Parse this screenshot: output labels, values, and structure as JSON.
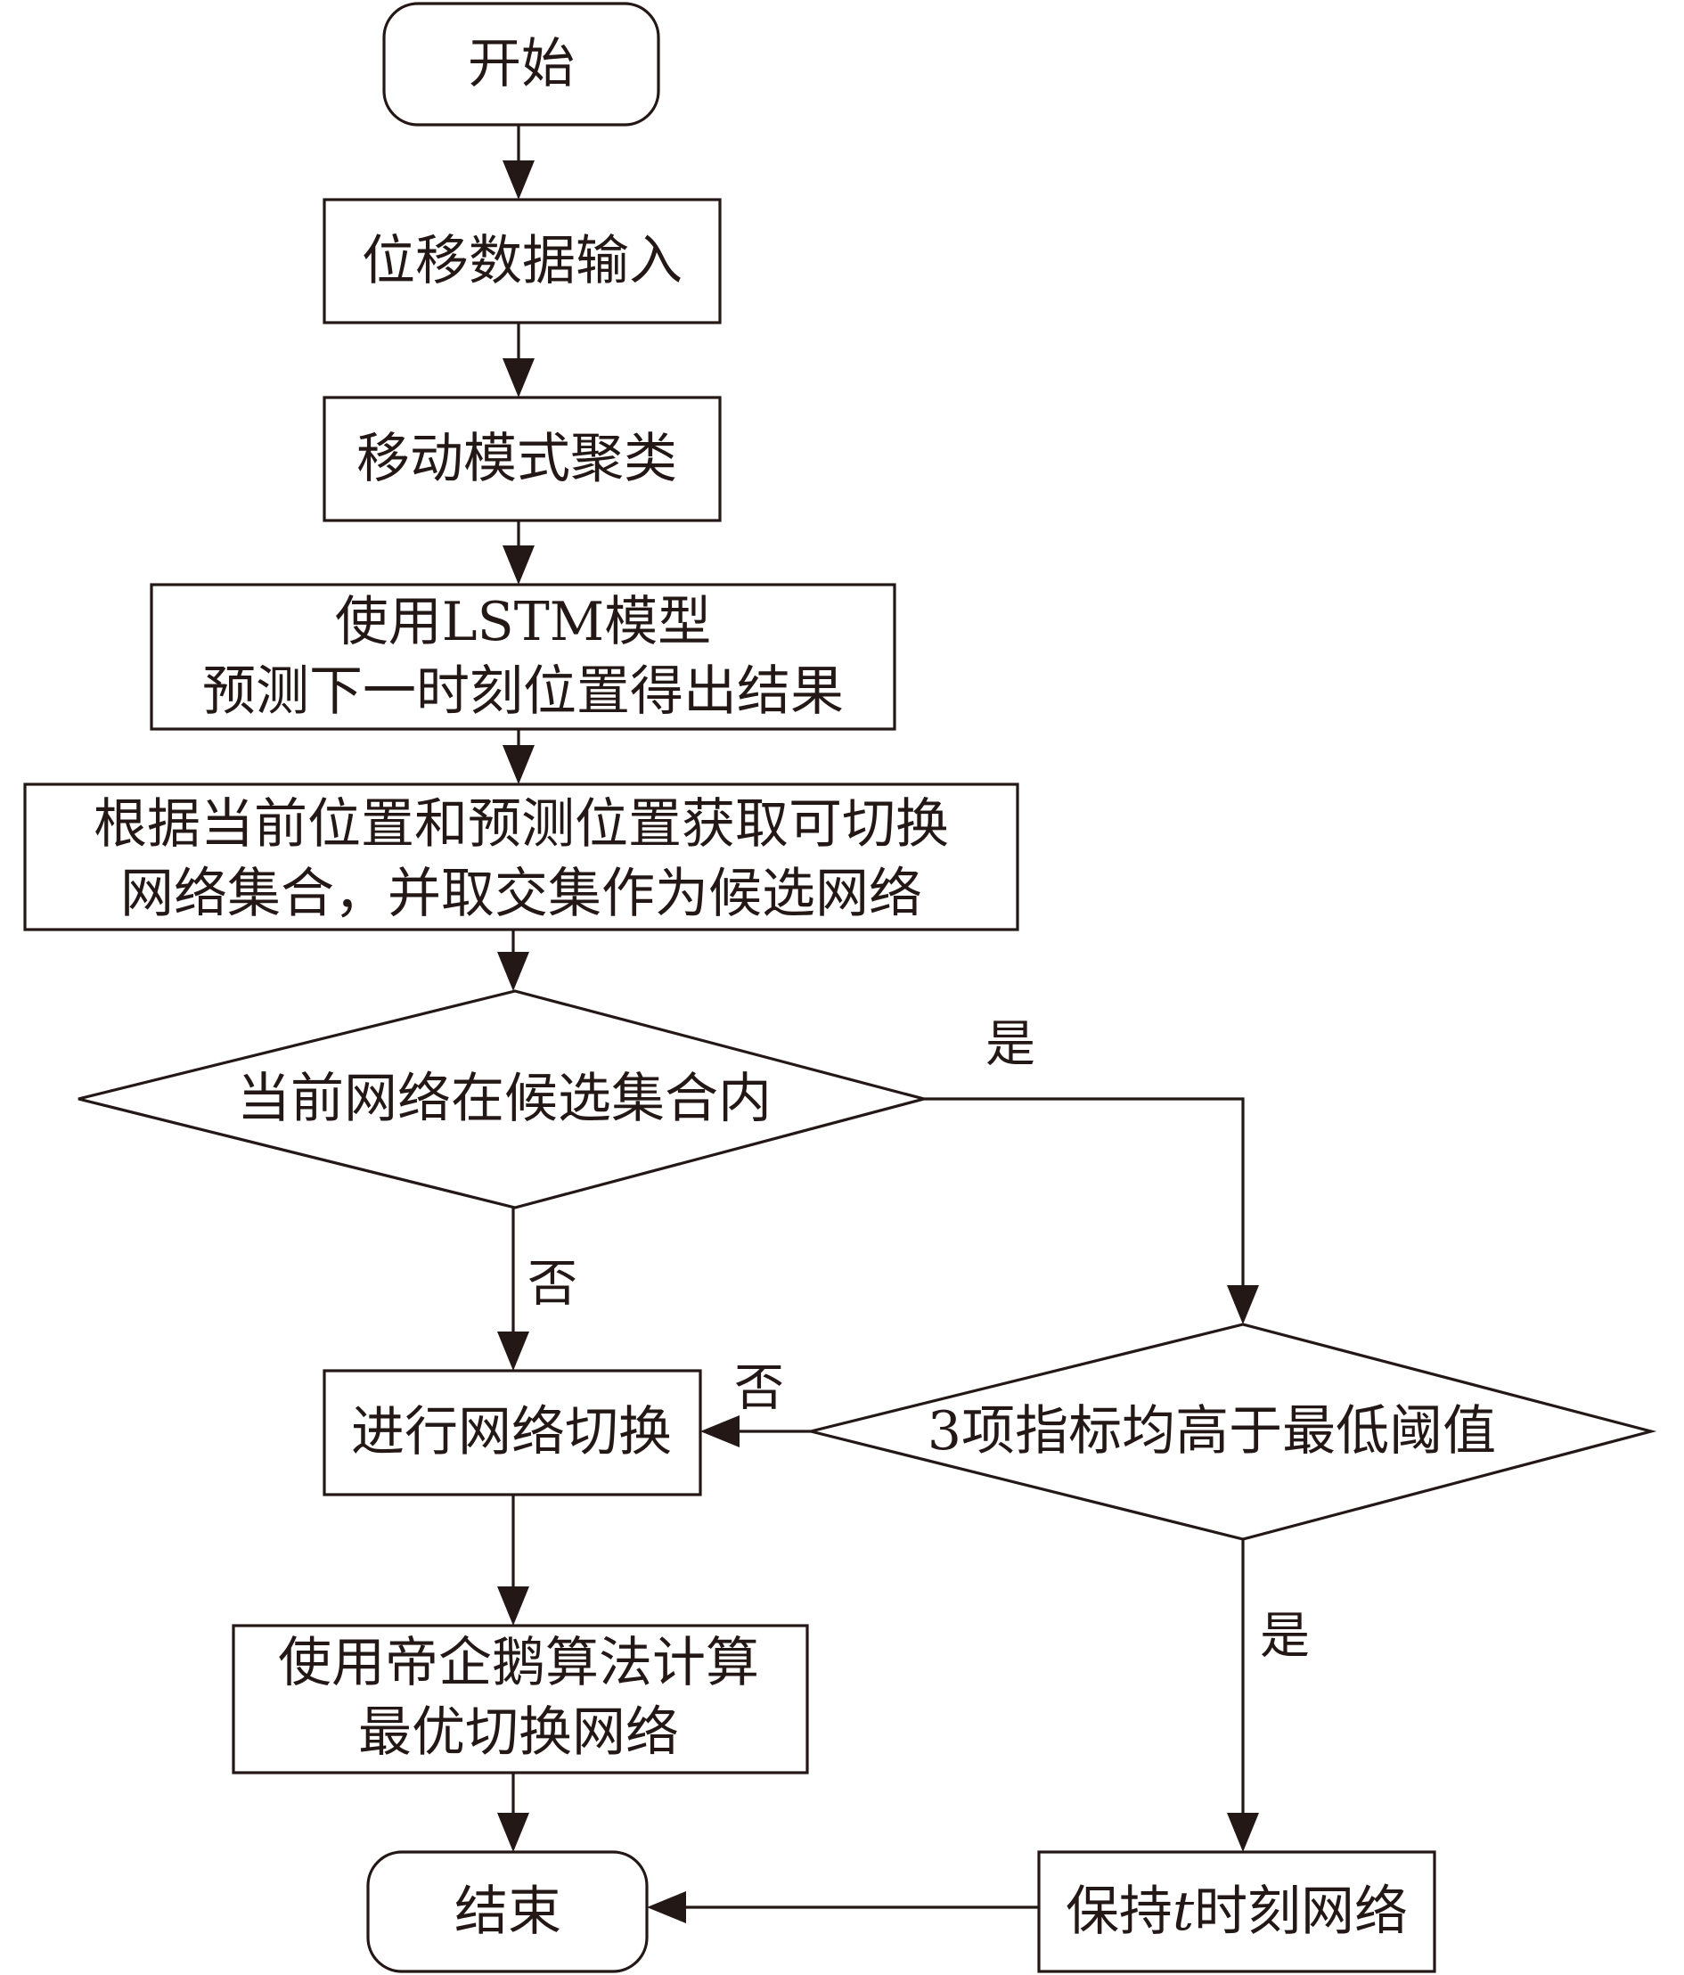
{
  "flowchart": {
    "start": "开始",
    "input": "位移数据输入",
    "cluster": "移动模式聚类",
    "predict": {
      "line1": "使用LSTM模型",
      "line2": "预测下一时刻位置得出结果"
    },
    "candidate": {
      "line1": "根据当前位置和预测位置获取可切换",
      "line2": "网络集合，并取交集作为候选网络"
    },
    "decision1": "当前网络在候选集合内",
    "decision2": "3项指标均高于最低阈值",
    "switch": "进行网络切换",
    "optimize": {
      "line1": "使用帝企鹅算法计算",
      "line2": "最优切换网络"
    },
    "keep": {
      "prefix": "保持",
      "variable": "t",
      "suffix": "时刻网络"
    },
    "end": "结束",
    "labels": {
      "d1_yes": "是",
      "d1_no": "否",
      "d2_no": "否",
      "d2_yes": "是"
    }
  }
}
